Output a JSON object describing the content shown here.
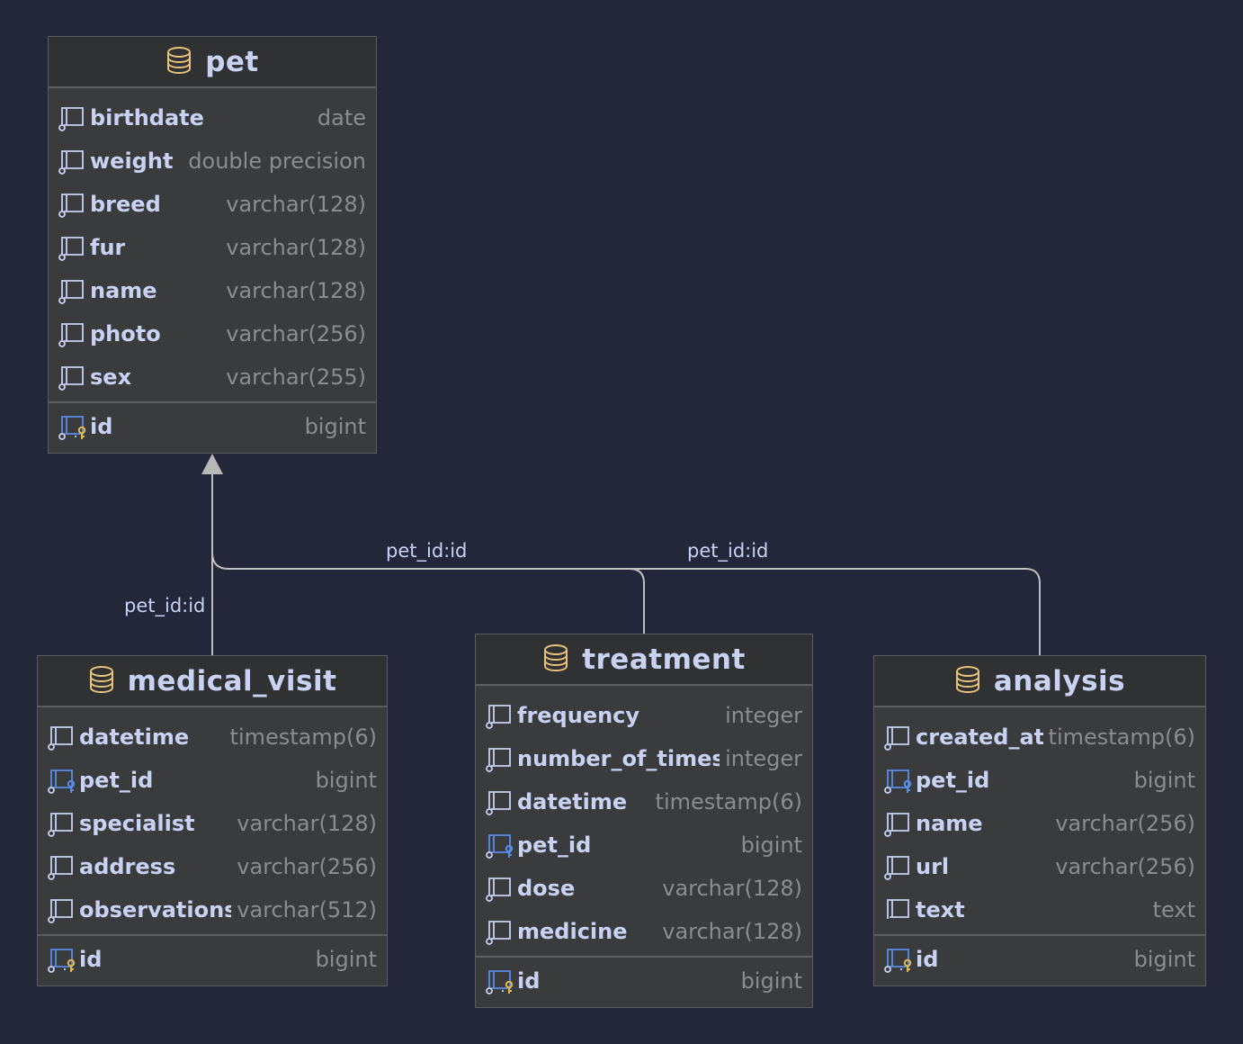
{
  "diagram": {
    "relations": [
      {
        "label": "pet_id:id"
      },
      {
        "label": "pet_id:id"
      },
      {
        "label": "pet_id:id"
      }
    ],
    "tables": {
      "pet": {
        "title": "pet",
        "columns": [
          {
            "name": "birthdate",
            "type": "date"
          },
          {
            "name": "weight",
            "type": "double precision"
          },
          {
            "name": "breed",
            "type": "varchar(128)"
          },
          {
            "name": "fur",
            "type": "varchar(128)"
          },
          {
            "name": "name",
            "type": "varchar(128)"
          },
          {
            "name": "photo",
            "type": "varchar(256)"
          },
          {
            "name": "sex",
            "type": "varchar(255)"
          }
        ],
        "pk": {
          "name": "id",
          "type": "bigint"
        }
      },
      "medical_visit": {
        "title": "medical_visit",
        "columns": [
          {
            "name": "datetime",
            "type": "timestamp(6)"
          },
          {
            "name": "pet_id",
            "type": "bigint",
            "fk": true
          },
          {
            "name": "specialist",
            "type": "varchar(128)"
          },
          {
            "name": "address",
            "type": "varchar(256)"
          },
          {
            "name": "observations",
            "type": "varchar(512)"
          }
        ],
        "pk": {
          "name": "id",
          "type": "bigint"
        }
      },
      "treatment": {
        "title": "treatment",
        "columns": [
          {
            "name": "frequency",
            "type": "integer"
          },
          {
            "name": "number_of_times",
            "type": "integer"
          },
          {
            "name": "datetime",
            "type": "timestamp(6)"
          },
          {
            "name": "pet_id",
            "type": "bigint",
            "fk": true
          },
          {
            "name": "dose",
            "type": "varchar(128)"
          },
          {
            "name": "medicine",
            "type": "varchar(128)"
          }
        ],
        "pk": {
          "name": "id",
          "type": "bigint"
        }
      },
      "analysis": {
        "title": "analysis",
        "columns": [
          {
            "name": "created_at",
            "type": "timestamp(6)"
          },
          {
            "name": "pet_id",
            "type": "bigint",
            "fk": true
          },
          {
            "name": "name",
            "type": "varchar(256)"
          },
          {
            "name": "url",
            "type": "varchar(256)"
          },
          {
            "name": "text",
            "type": "text",
            "notnull": true
          }
        ],
        "pk": {
          "name": "id",
          "type": "bigint"
        }
      }
    },
    "colors": {
      "background": "#242639",
      "table_body": "#393b3d",
      "table_header": "#2f3133",
      "border": "#5b5d60",
      "text": "#c9d2f3",
      "type_text": "#8a8c90",
      "table_icon": "#e8c27a",
      "key_gold": "#e0b84c",
      "key_blue": "#5b8de8",
      "connector": "#c0c0c0"
    }
  }
}
